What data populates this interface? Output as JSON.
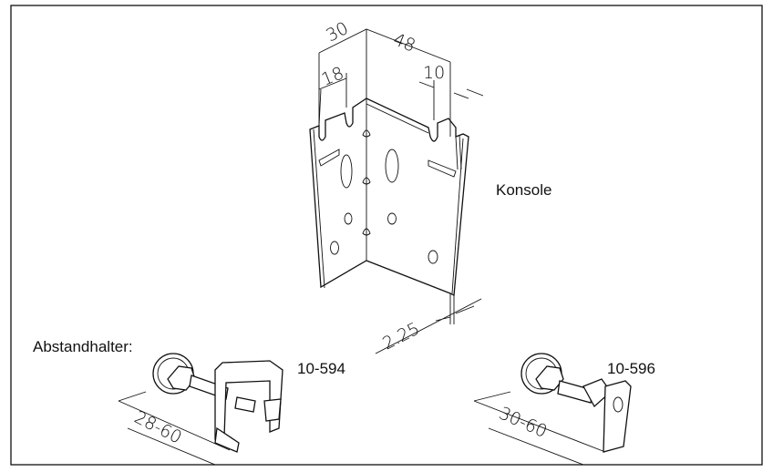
{
  "dimensions": {
    "width_left": "30",
    "width_right": "48",
    "slot_left": "18",
    "slot_right": "10",
    "thickness": "2.25",
    "range_594": "28-60",
    "range_596": "30-60"
  },
  "labels": {
    "konsole": "Konsole",
    "abstandhalter": "Abstandhalter:",
    "part_594": "10-594",
    "part_596": "10-596"
  }
}
